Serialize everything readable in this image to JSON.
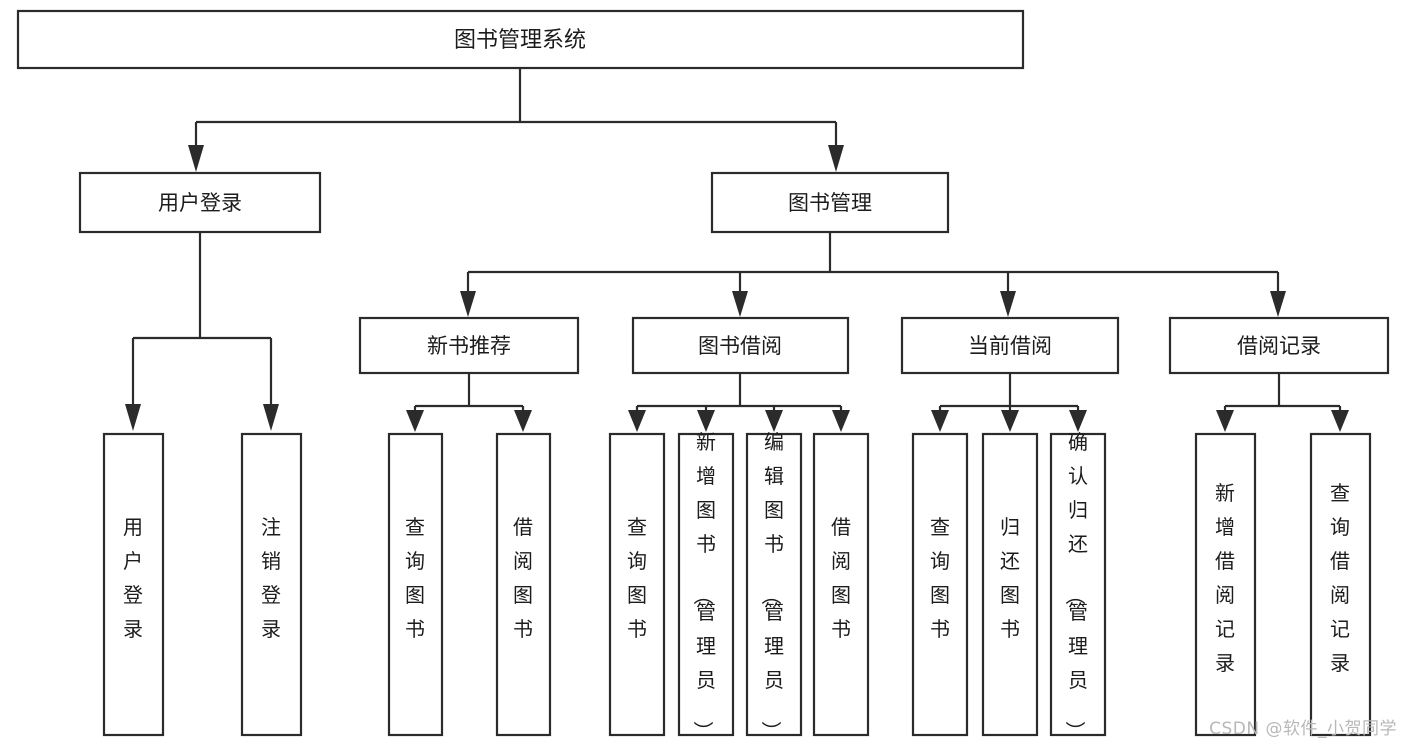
{
  "diagram": {
    "title": "图书管理系统",
    "type": "functional-structure-tree",
    "levels": 4,
    "root": {
      "id": "root",
      "label": "图书管理系统"
    },
    "level2": [
      {
        "id": "user-login",
        "label": "用户登录"
      },
      {
        "id": "book-manage",
        "label": "图书管理"
      }
    ],
    "level3": [
      {
        "id": "new-book-rec",
        "label": "新书推荐",
        "parent": "book-manage"
      },
      {
        "id": "book-borrow",
        "label": "图书借阅",
        "parent": "book-manage"
      },
      {
        "id": "current-borrow",
        "label": "当前借阅",
        "parent": "book-manage"
      },
      {
        "id": "borrow-record",
        "label": "借阅记录",
        "parent": "book-manage"
      }
    ],
    "leaves": [
      {
        "id": "leaf-user-login",
        "label": "用户登录",
        "parent": "user-login"
      },
      {
        "id": "leaf-user-logout",
        "label": "注销登录",
        "parent": "user-login"
      },
      {
        "id": "leaf-query-book-1",
        "label": "查询图书",
        "parent": "new-book-rec"
      },
      {
        "id": "leaf-borrow-book-1",
        "label": "借阅图书",
        "parent": "new-book-rec"
      },
      {
        "id": "leaf-query-book-2",
        "label": "查询图书",
        "parent": "book-borrow"
      },
      {
        "id": "leaf-add-book",
        "label": "新增图书（管理员）",
        "parent": "book-borrow"
      },
      {
        "id": "leaf-edit-book",
        "label": "编辑图书（管理员）",
        "parent": "book-borrow"
      },
      {
        "id": "leaf-borrow-book-2",
        "label": "借阅图书",
        "parent": "book-borrow"
      },
      {
        "id": "leaf-query-book-3",
        "label": "查询图书",
        "parent": "current-borrow"
      },
      {
        "id": "leaf-return-book",
        "label": "归还图书",
        "parent": "current-borrow"
      },
      {
        "id": "leaf-confirm-return",
        "label": "确认归还（管理员）",
        "parent": "current-borrow"
      },
      {
        "id": "leaf-add-record",
        "label": "新增借阅记录",
        "parent": "borrow-record"
      },
      {
        "id": "leaf-query-record",
        "label": "查询借阅记录",
        "parent": "borrow-record"
      }
    ],
    "colors": {
      "box_stroke": "#2b2b2b",
      "box_fill": "#ffffff",
      "text": "#1c1c1c",
      "connector": "#2b2b2b",
      "background": "#ffffff",
      "watermark": "#b8b8b8"
    }
  },
  "watermark": {
    "text": "CSDN @软件_小贺同学"
  }
}
